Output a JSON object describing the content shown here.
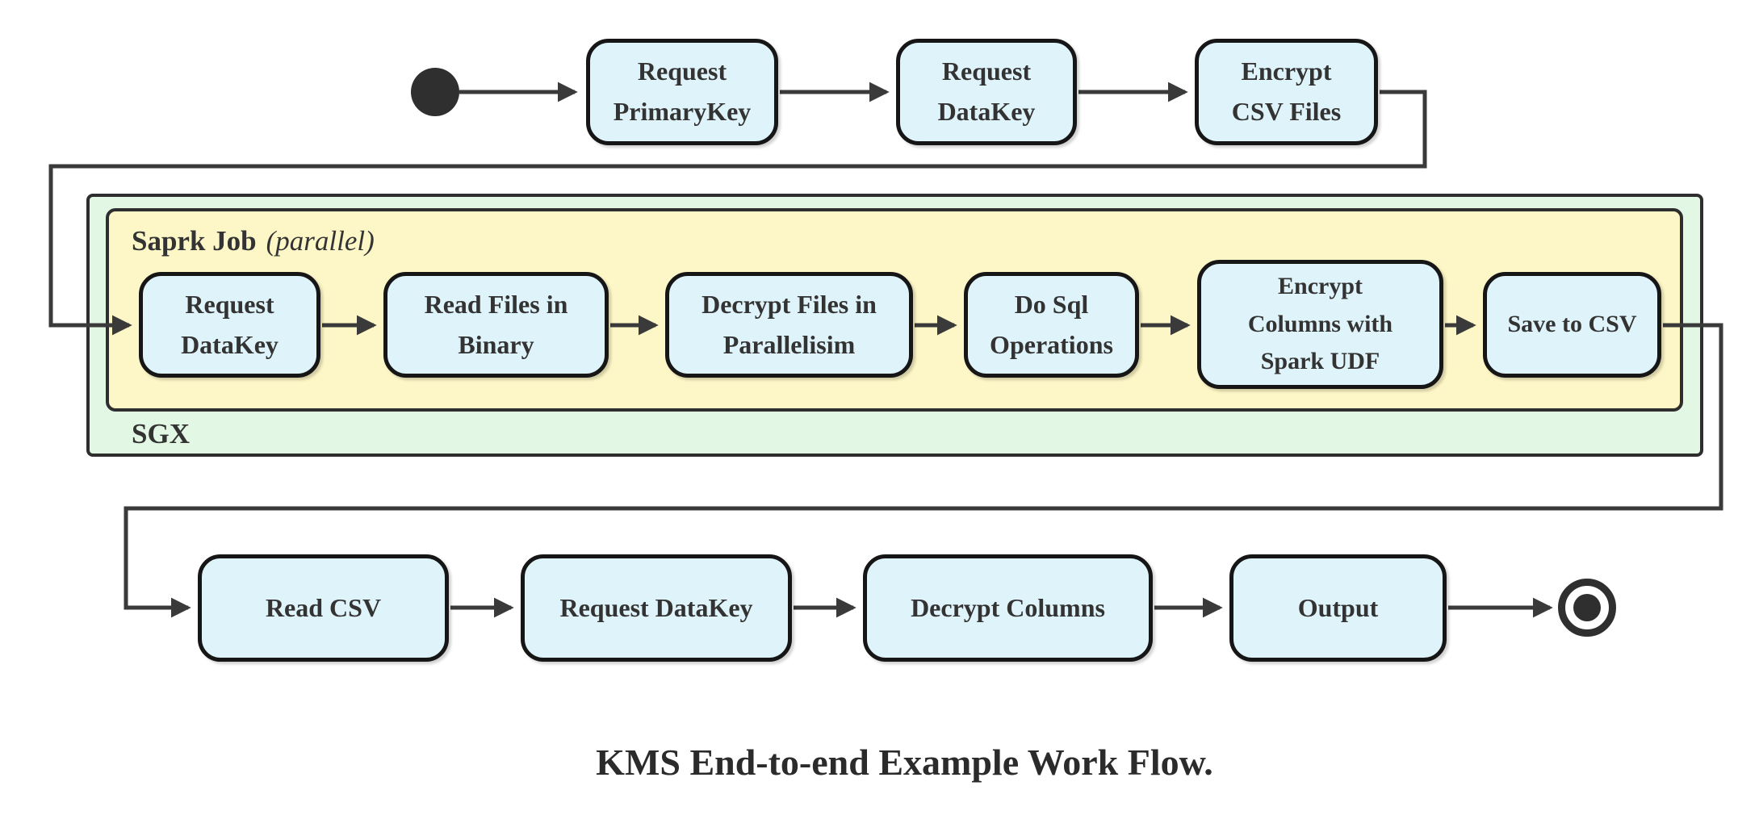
{
  "diagram": {
    "caption": "KMS End-to-end Example Work Flow.",
    "containers": {
      "sgx_label": "SGX",
      "spark_label": "Saprk Job",
      "spark_annotation": "(parallel)"
    },
    "nodes": {
      "request_primarykey": "Request\nPrimaryKey",
      "request_datakey_top": "Request\nDataKey",
      "encrypt_csv_files": "Encrypt\nCSV Files",
      "request_datakey_spark": "Request\nDataKey",
      "read_files_in_binary": "Read Files in\nBinary",
      "decrypt_files_in_parallelisim": "Decrypt Files in\nParallelisim",
      "do_sql_operations": "Do Sql\nOperations",
      "encrypt_columns_with_spark_udf": "Encrypt\nColumns with\nSpark UDF",
      "save_to_csv": "Save to CSV",
      "read_csv": "Read CSV",
      "request_datakey_bottom": "Request DataKey",
      "decrypt_columns": "Decrypt Columns",
      "output": "Output"
    },
    "states": {
      "start": "initial-state",
      "end": "final-state"
    },
    "colors": {
      "node_fill": "#dff3fa",
      "node_border": "#161616",
      "spark_container_fill": "#fdf6c6",
      "sgx_container_fill": "#e2f8e4",
      "container_border": "#2e2e2e",
      "edge": "#3a3a3a",
      "text": "#333333"
    }
  }
}
